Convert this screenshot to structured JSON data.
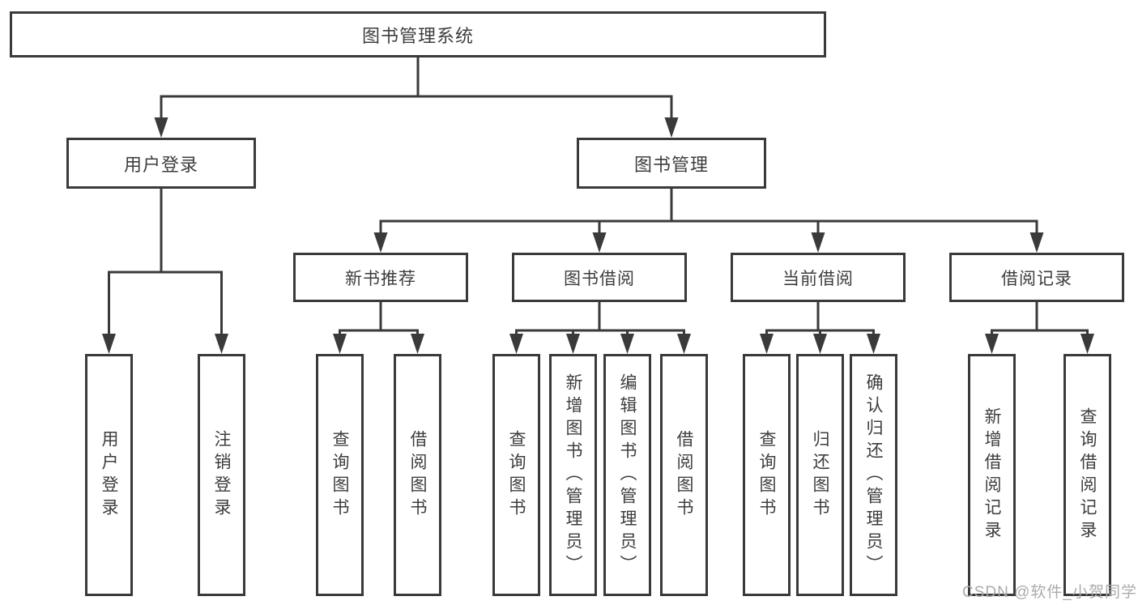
{
  "tree": {
    "root": {
      "label": "图书管理系统",
      "children": [
        {
          "label": "用户登录",
          "children": [
            {
              "label": "用户登录"
            },
            {
              "label": "注销登录"
            }
          ]
        },
        {
          "label": "图书管理",
          "children": [
            {
              "label": "新书推荐",
              "children": [
                {
                  "label": "查询图书"
                },
                {
                  "label": "借阅图书"
                }
              ]
            },
            {
              "label": "图书借阅",
              "children": [
                {
                  "label": "查询图书"
                },
                {
                  "label": "新增图书（管理员）"
                },
                {
                  "label": "编辑图书（管理员）"
                },
                {
                  "label": "借阅图书"
                }
              ]
            },
            {
              "label": "当前借阅",
              "children": [
                {
                  "label": "查询图书"
                },
                {
                  "label": "归还图书"
                },
                {
                  "label": "确认归还（管理员）"
                }
              ]
            },
            {
              "label": "借阅记录",
              "children": [
                {
                  "label": "新增借阅记录"
                },
                {
                  "label": "查询借阅记录"
                }
              ]
            }
          ]
        }
      ]
    }
  },
  "watermark": {
    "text": "CSDN @软件_小贺同学"
  },
  "colors": {
    "line": "#3a3a3a",
    "box_text": "#3d3d3d",
    "background": "#ffffff",
    "watermark": "#ababab"
  }
}
